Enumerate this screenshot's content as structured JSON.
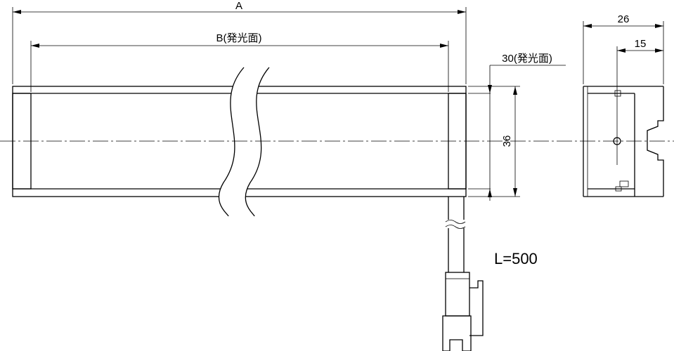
{
  "dimensions": {
    "overall_length": "A",
    "emitting_length": "B(発光面)",
    "emitting_width": "30(発光面)",
    "height": "36",
    "depth": "26",
    "mount_offset": "15",
    "cable_length": "L=500"
  }
}
